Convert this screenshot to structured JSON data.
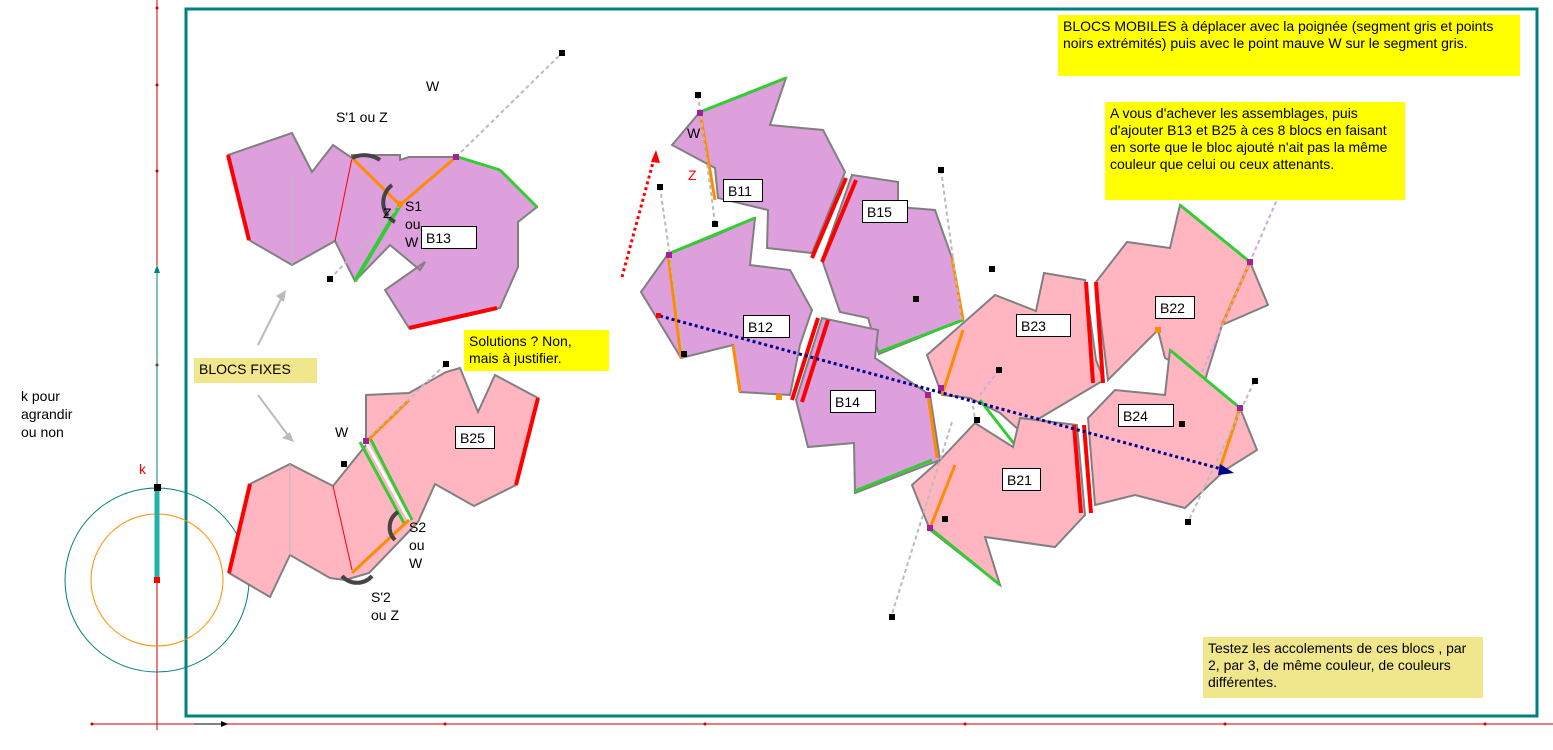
{
  "notes": {
    "blocs_mobiles": "BLOCS MOBILES à déplacer avec la poignée (segment gris et points noirs extrémités) puis avec le point mauve W sur le segment gris.",
    "achever": "A vous d'achever les assemblages, puis d'ajouter B13 et B25 à ces 8 blocs en faisant en sorte que le bloc ajouté n'ait pas la même couleur que celui ou ceux attenants.",
    "solutions": "Solutions ? Non, mais à justifier.",
    "blocs_fixes": "BLOCS FIXES",
    "testez": "Testez les accolements de ces blocs , par 2, par  3, de même couleur, de couleurs différentes."
  },
  "slider": {
    "caption_line1": "k pour",
    "caption_line2": "agrandir",
    "caption_line3": "ou non",
    "k_label": "k"
  },
  "fixed_labels": {
    "s1prime": "S'1 ou Z",
    "w_top": "W",
    "z": "Z",
    "s1_line1": "S1",
    "s1_line2": "ou",
    "s1_line3": "W",
    "w_bottom": "W",
    "s2_line1": "S2",
    "s2_line2": "ou",
    "s2_line3": "W",
    "s2prime_line1": "S'2",
    "s2prime_line2": "ou Z"
  },
  "mobile_labels": {
    "w": "W",
    "z": "Z"
  },
  "blocks": {
    "b13": "B13",
    "b25": "B25",
    "b11": "B11",
    "b15": "B15",
    "b12": "B12",
    "b14": "B14",
    "b23": "B23",
    "b22": "B22",
    "b24": "B24",
    "b21": "B21"
  },
  "colors": {
    "violet_fill": "#dda0dd",
    "pink_fill": "#ffb6c1",
    "frame_teal": "#008080",
    "edge_red": "#ff0000",
    "edge_green": "#32cd32",
    "edge_orange": "#ff8c00",
    "note_yellow": "#ffff00",
    "note_khaki": "#f0e68c"
  }
}
